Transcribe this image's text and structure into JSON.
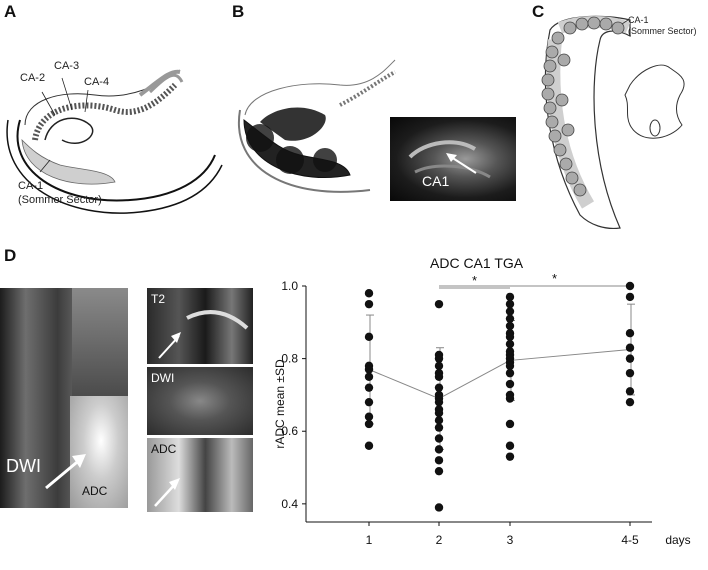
{
  "panels": {
    "a": "A",
    "b": "B",
    "c": "C",
    "d": "D"
  },
  "panel_a": {
    "ca3": "CA-3",
    "ca2": "CA-2",
    "ca4": "CA-4",
    "ca1": "CA-1",
    "ca1_sub": "(Sommer Sector)"
  },
  "panel_b": {
    "inset_label": "CA1"
  },
  "panel_c": {
    "ca1": "CA-1",
    "ca1_sub": "(Sommer Sector)"
  },
  "panel_d": {
    "dwi_big": "DWI",
    "adc_big": "ADC",
    "t2": "T2",
    "dwi_small": "DWI",
    "adc_small": "ADC"
  },
  "chart_data": {
    "type": "scatter",
    "title": "ADC CA1 TGA",
    "xlabel": "days",
    "ylabel": "rADC mean ±SD",
    "categories": [
      "1",
      "2",
      "3",
      "4-5"
    ],
    "ylim": [
      0.35,
      1.0
    ],
    "yticks": [
      "0.4",
      "0.6",
      "0.8",
      "1.0"
    ],
    "points": {
      "1": [
        0.98,
        0.95,
        0.86,
        0.78,
        0.77,
        0.75,
        0.72,
        0.68,
        0.64,
        0.62,
        0.56
      ],
      "2": [
        0.95,
        0.81,
        0.8,
        0.78,
        0.76,
        0.75,
        0.72,
        0.7,
        0.69,
        0.68,
        0.66,
        0.65,
        0.63,
        0.61,
        0.58,
        0.55,
        0.52,
        0.49,
        0.39
      ],
      "3": [
        0.97,
        0.95,
        0.93,
        0.91,
        0.89,
        0.87,
        0.86,
        0.84,
        0.82,
        0.81,
        0.8,
        0.79,
        0.78,
        0.76,
        0.73,
        0.7,
        0.69,
        0.62,
        0.56,
        0.53
      ],
      "4-5": [
        1.0,
        0.97,
        0.87,
        0.83,
        0.8,
        0.76,
        0.71,
        0.68
      ]
    },
    "means": [
      0.77,
      0.69,
      0.795,
      0.825
    ],
    "sd": [
      0.15,
      0.14,
      0.11,
      0.125
    ],
    "significance": [
      {
        "from": "2",
        "to": "3",
        "label": "*"
      },
      {
        "from": "2",
        "to": "4-5",
        "label": "*"
      }
    ],
    "grid": false,
    "legend": "none"
  }
}
